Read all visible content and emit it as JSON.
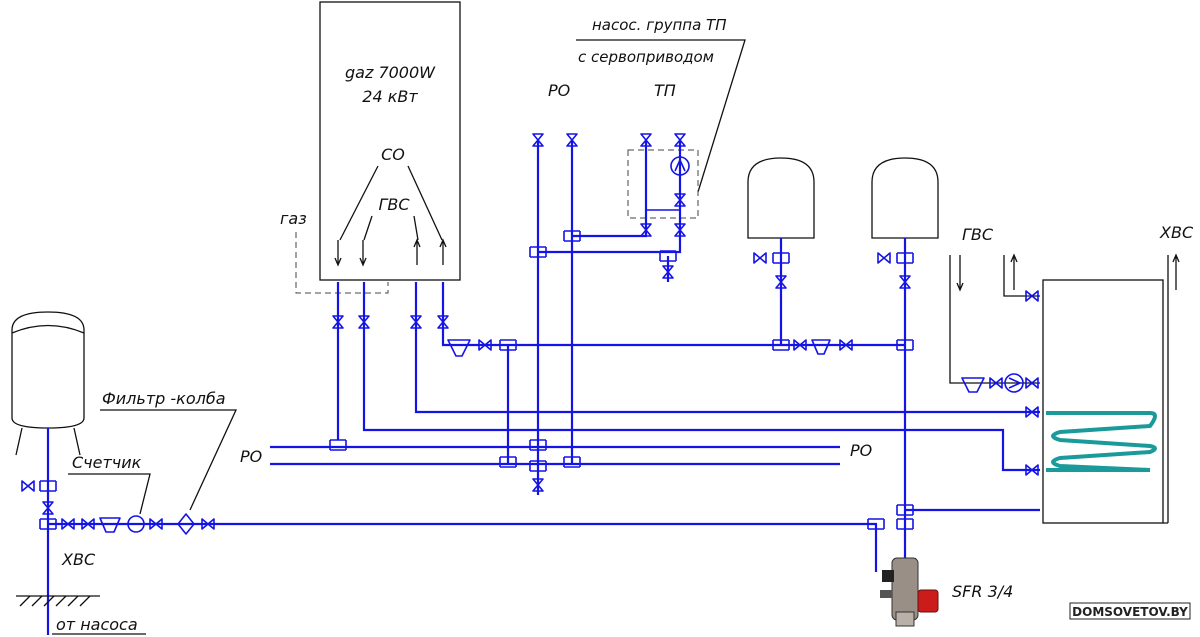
{
  "boiler": {
    "title": "gaz 7000W",
    "power": "24 кВт"
  },
  "labels": {
    "co": "СО",
    "gvs_boiler": "ГВС",
    "gas": "газ",
    "pump_group_line1": "насос. группа ТП",
    "pump_group_line2": "с сервоприводом",
    "ro_top": "РО",
    "tp_top": "ТП",
    "ro_left": "РО",
    "ro_right": "РО",
    "filter": "Фильтр -колба",
    "meter": "Счетчик",
    "xvs_left": "ХВС",
    "from_pump": "от насоса",
    "gvs_right": "ГВС",
    "xvs_right": "ХВС",
    "sfr": "SFR 3/4"
  },
  "watermark": "DOMSOVETOV.BY",
  "colors": {
    "pipe": "#1414e6",
    "coil": "#1a9a9a",
    "outline": "#111111"
  }
}
